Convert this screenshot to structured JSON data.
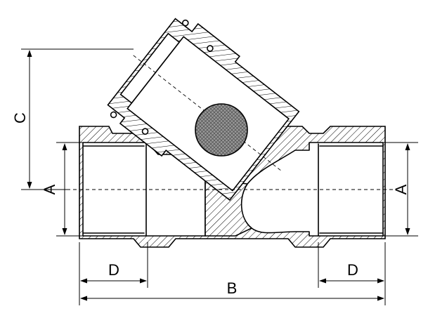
{
  "dimensions": {
    "a_left": "A",
    "a_right": "A",
    "b": "B",
    "c": "C",
    "d_left": "D",
    "d_right": "D"
  }
}
